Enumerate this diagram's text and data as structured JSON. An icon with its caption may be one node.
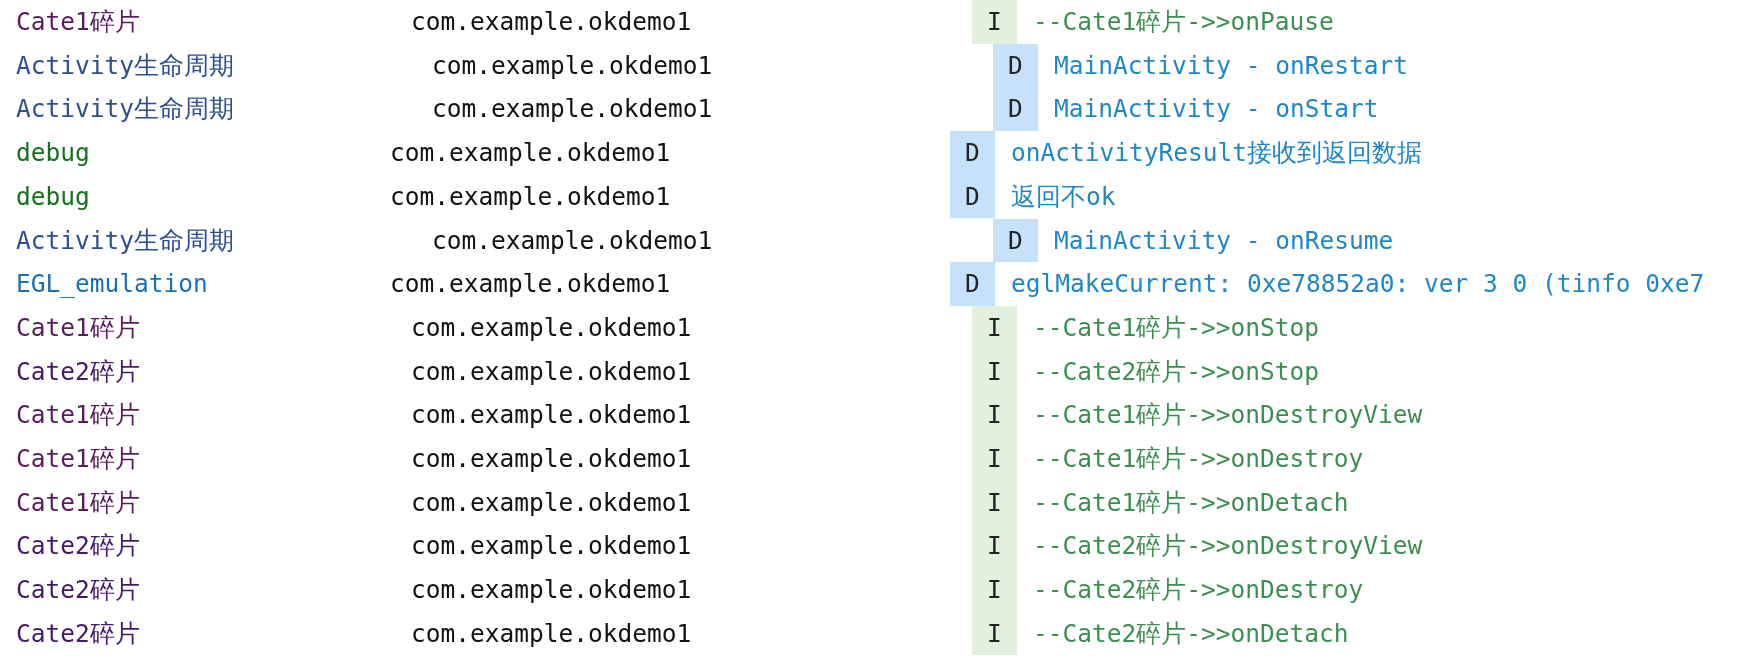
{
  "diagram": {
    "labels": [
      "Cate1碎片",
      "com.example.okdemo1",
      "I",
      "--Cate1碎片->>onPause",
      "Activity生命周期",
      "com.example.okdemo1",
      "D",
      "MainActivity - onRestart",
      "Activity生命周期",
      "com.example.okdemo1",
      "D",
      "MainActivity - onStart",
      "debug",
      "com.example.okdemo1",
      "D",
      "onActivityResult接收到返回数据",
      "debug",
      "com.example.okdemo1",
      "D",
      "返回不ok",
      "Activity生命周期",
      "com.example.okdemo1",
      "D",
      "MainActivity - onResume",
      "EGL_emulation",
      "com.example.okdemo1",
      "D",
      "eglMakeCurrent: 0xe78852a0: ver 3 0 (tinfo 0xe7",
      "Cate1碎片",
      "com.example.okdemo1",
      "I",
      "--Cate1碎片->>onStop",
      "Cate2碎片",
      "com.example.okdemo1",
      "I",
      "--Cate2碎片->>onStop",
      "Cate1碎片",
      "com.example.okdemo1",
      "I",
      "--Cate1碎片->>onDestroyView",
      "Cate1碎片",
      "com.example.okdemo1",
      "I",
      "--Cate1碎片->>onDestroy",
      "Cate1碎片",
      "com.example.okdemo1",
      "I",
      "--Cate1碎片->>onDetach",
      "Cate2碎片",
      "com.example.okdemo1",
      "I",
      "--Cate2碎片->>onDestroyView",
      "Cate2碎片",
      "com.example.okdemo1",
      "I",
      "--Cate2碎片->>onDestroy",
      "Cate2碎片",
      "com.example.okdemo1",
      "I",
      "--Cate2碎片->>onDetach"
    ]
  }
}
